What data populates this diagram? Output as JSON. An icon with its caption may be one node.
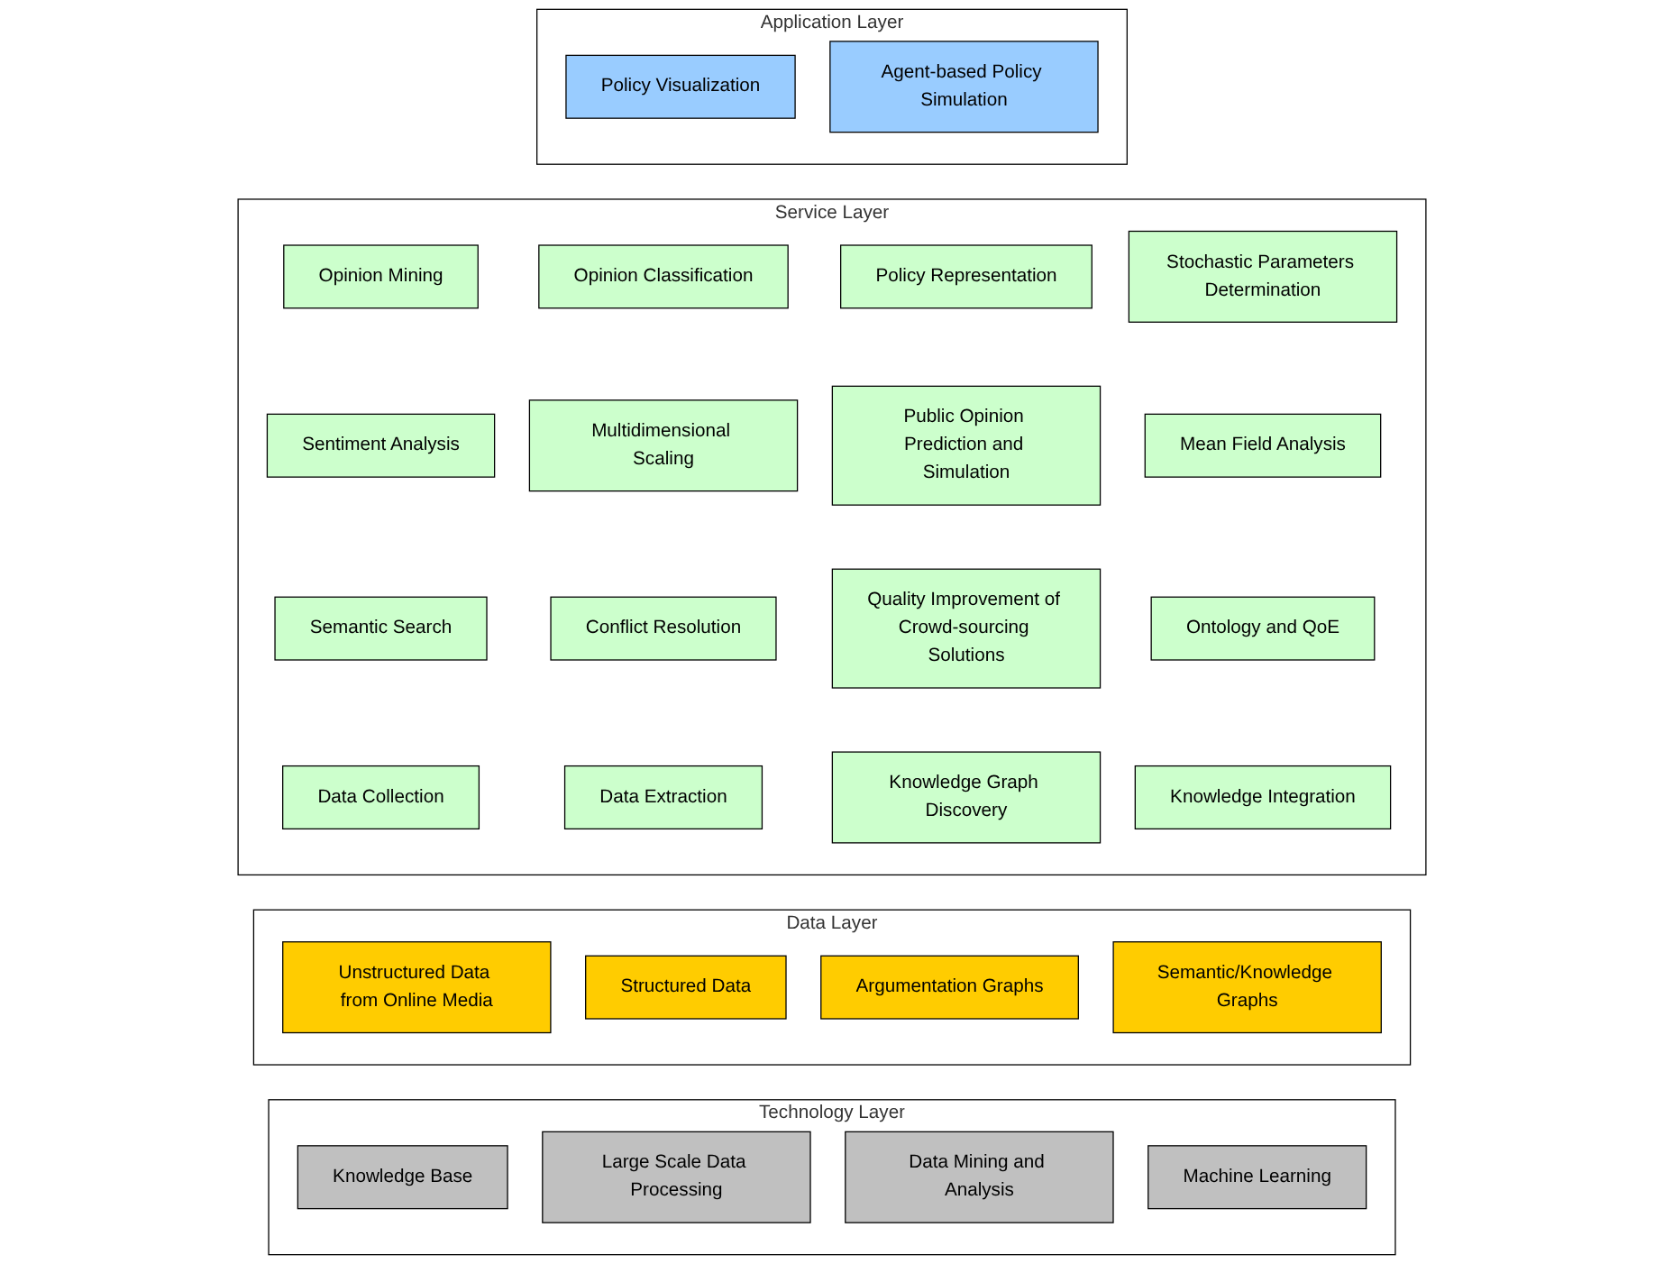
{
  "diagram": {
    "nodes": [
      {
        "text": [
          "Application Layer"
        ]
      },
      {
        "text": [
          "Policy Visualization"
        ],
        "in": 0
      },
      {
        "text": [
          "Agent-based Policy Simulation"
        ],
        "in": 0
      },
      {
        "text": [
          "Service Layer"
        ]
      },
      {
        "text": [
          "Opinion Mining"
        ],
        "in": 3
      },
      {
        "text": [
          "Opinion Classification"
        ],
        "in": 3
      },
      {
        "text": [
          "Policy Representation"
        ],
        "in": 3
      },
      {
        "text": [
          "Stochastic Parameters Determination"
        ],
        "in": 3
      },
      {
        "text": [
          "Sentiment Analysis"
        ],
        "in": 3
      },
      {
        "text": [
          "Multidimensional Scaling"
        ],
        "in": 3
      },
      {
        "text": [
          "Public Opinion Prediction and Simulation"
        ],
        "in": 3
      },
      {
        "text": [
          "Mean Field Analysis"
        ],
        "in": 3
      },
      {
        "text": [
          "Semantic Search"
        ],
        "in": 3
      },
      {
        "text": [
          "Conflict Resolution"
        ],
        "in": 3
      },
      {
        "text": [
          "Quality Improvement of Crowd-sourcing Solutions"
        ],
        "in": 3
      },
      {
        "text": [
          "Ontology and QoE"
        ],
        "in": 3
      },
      {
        "text": [
          "Data Collection"
        ],
        "in": 3
      },
      {
        "text": [
          "Data Extraction"
        ],
        "in": 3
      },
      {
        "text": [
          "Knowledge Graph Discovery"
        ],
        "in": 3
      },
      {
        "text": [
          "Knowledge Integration"
        ],
        "in": 3
      },
      {
        "text": [
          "Data Layer"
        ]
      },
      {
        "text": [
          "Unstructured Data from Online Media"
        ],
        "in": 20
      },
      {
        "text": [
          "Structured Data"
        ],
        "in": 20
      },
      {
        "text": [
          "Argumentation Graphs"
        ],
        "in": 20
      },
      {
        "text": [
          "Semantic/Knowledge Graphs"
        ],
        "in": 20
      },
      {
        "text": [
          "Technology Layer"
        ]
      },
      {
        "text": [
          "Knowledge Base"
        ],
        "in": 25
      },
      {
        "text": [
          "Large Scale Data Processing"
        ],
        "in": 25
      },
      {
        "text": [
          "Data Mining and Analysis"
        ],
        "in": 25
      },
      {
        "text": [
          "Machine Learning"
        ],
        "in": 25
      }
    ]
  }
}
